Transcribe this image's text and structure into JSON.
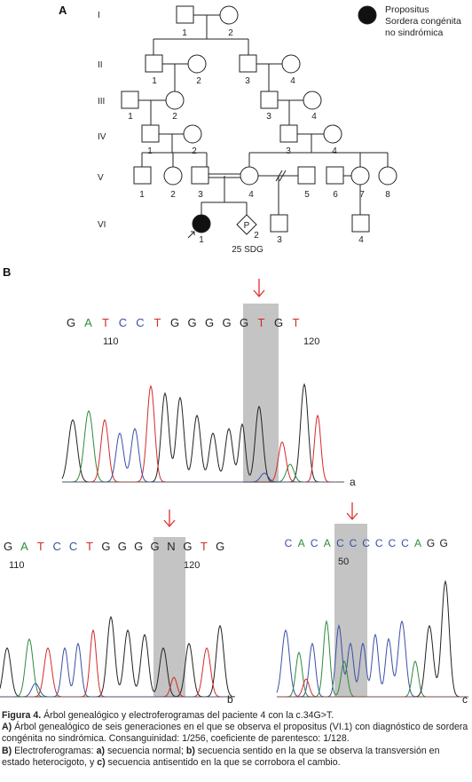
{
  "panel_a": {
    "label": "A",
    "generations": [
      "I",
      "II",
      "III",
      "IV",
      "V",
      "VI"
    ],
    "legend": {
      "line1": "Propositus",
      "line2": "Sordera congénita",
      "line3": "no sindrómica"
    },
    "individuals": {
      "I1": "1",
      "I2": "2",
      "II1": "1",
      "II2": "2",
      "II3": "3",
      "II4": "4",
      "III1": "1",
      "III2": "2",
      "III3": "3",
      "III4": "4",
      "IV1": "1",
      "IV2": "2",
      "IV3": "3",
      "IV4": "4",
      "V1": "1",
      "V2": "2",
      "V3": "3",
      "V4": "4",
      "V5": "5",
      "V6": "6",
      "V7": "7",
      "V8": "8",
      "VI1": "1",
      "VI2": "2",
      "VI3": "3",
      "VI4": "4"
    },
    "pregnancy_symbol": "P",
    "pregnancy_note": "25 SDG"
  },
  "panel_b": {
    "label": "B",
    "a": {
      "bases": [
        "G",
        "A",
        "T",
        "C",
        "C",
        "T",
        "G",
        "G",
        "G",
        "G",
        "G",
        "T",
        "G",
        "T"
      ],
      "pos_start": "110",
      "pos_end": "120",
      "tag": "a"
    },
    "b": {
      "bases": [
        "G",
        "A",
        "T",
        "C",
        "C",
        "T",
        "G",
        "G",
        "G",
        "G",
        "N",
        "G",
        "T",
        "G"
      ],
      "pos_start": "110",
      "pos_end": "120",
      "tag": "b"
    },
    "c": {
      "bases": [
        "C",
        "A",
        "C",
        "A",
        "C",
        "C",
        "C",
        "C",
        "C",
        "C",
        "A",
        "G",
        "G"
      ],
      "pos": "50",
      "tag": "c"
    },
    "colors": {
      "G": "#222222",
      "A": "#2e8b3c",
      "T": "#d42a2a",
      "C": "#3a4fa8",
      "N": "#222222",
      "arrow": "#e03030",
      "highlight": "#c4c4c4"
    }
  },
  "caption": {
    "title_bold": "Figura 4.",
    "title_rest": " Árbol genealógico y electroferogramas del paciente 4 con la c.34G>T.",
    "a_bold": "A)",
    "a_text": " Árbol genealógico de seis generaciones en el que se observa el propositus (VI.1) con diagnóstico de sordera congénita no sindrómica. Consanguinidad: 1/256, coeficiente de parentesco: 1/128.",
    "b_bold": "B)",
    "b_text1": " Electroferogramas: ",
    "b_a_bold": "a)",
    "b_text2": " secuencia normal; ",
    "b_b_bold": "b)",
    "b_text3": " secuencia sentido en la que se observa la transversión en estado heterocigoto, y ",
    "b_c_bold": "c)",
    "b_text4": " secuencia antisentido en la que se corrobora el cambio."
  }
}
